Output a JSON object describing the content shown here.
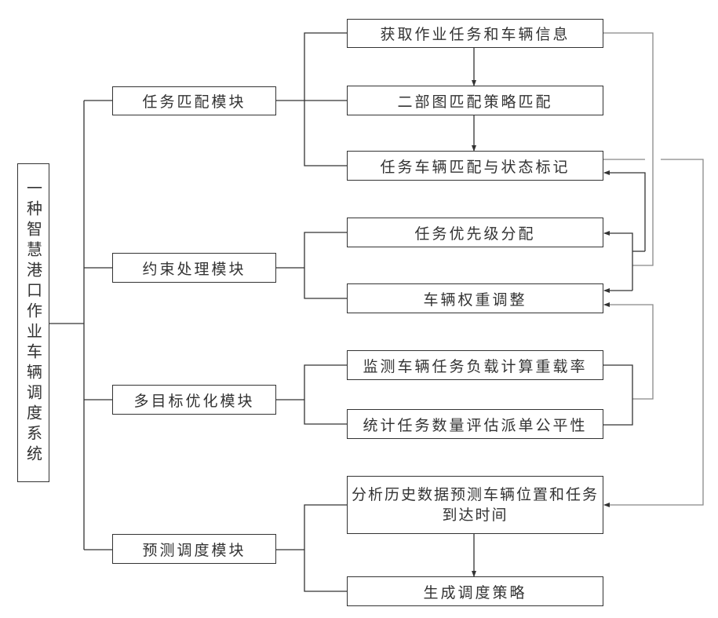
{
  "system": {
    "title": "一种智慧港口作业车辆调度系统"
  },
  "modules": [
    {
      "id": "task-matching",
      "label": "任务匹配模块",
      "steps": [
        "获取作业任务和车辆信息",
        "二部图匹配策略匹配",
        "任务车辆匹配与状态标记"
      ]
    },
    {
      "id": "constraint-processing",
      "label": "约束处理模块",
      "steps": [
        "任务优先级分配",
        "车辆权重调整"
      ]
    },
    {
      "id": "multi-objective-optimization",
      "label": "多目标优化模块",
      "steps": [
        "监测车辆任务负载计算重载率",
        "统计任务数量评估派单公平性"
      ]
    },
    {
      "id": "predictive-scheduling",
      "label": "预测调度模块",
      "steps": [
        "分析历史数据预测车辆位置和任务到达时间",
        "生成调度策略"
      ]
    }
  ],
  "colors": {
    "line": "#333333",
    "background": "#ffffff"
  }
}
